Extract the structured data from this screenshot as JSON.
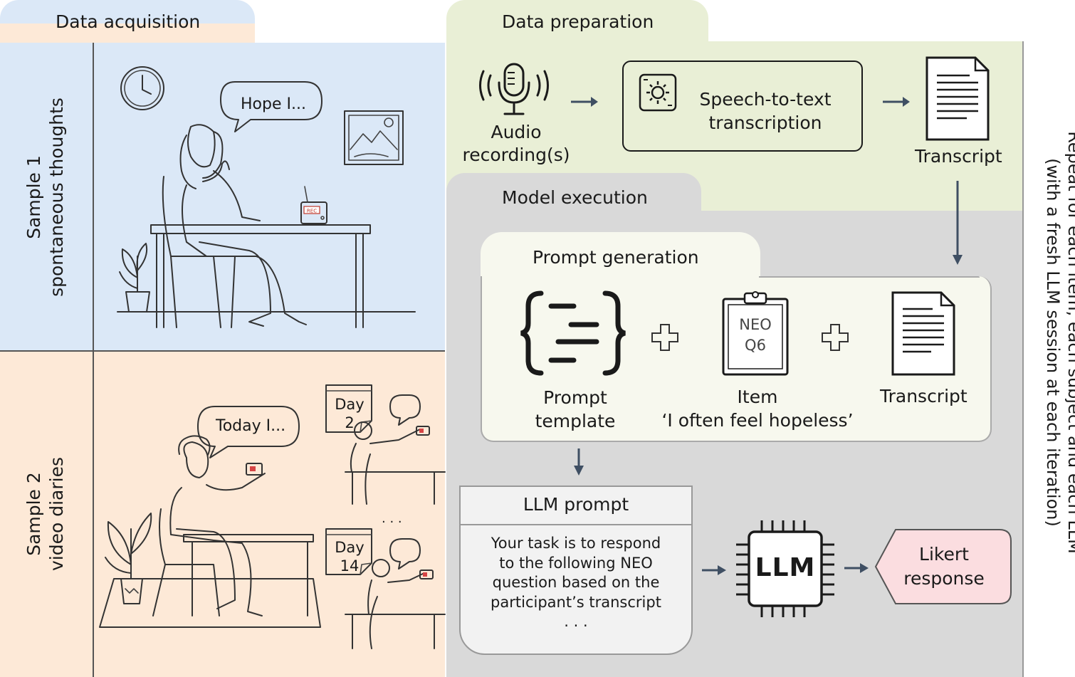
{
  "acquisition": {
    "title": "Data acquisition",
    "sample1": {
      "line1": "Sample 1",
      "line2": "spontaneous thoughts",
      "speech": "Hope I..."
    },
    "sample2": {
      "line1": "Sample 2",
      "line2": "video diaries",
      "speech": "Today I...",
      "day_a_word": "Day",
      "day_a_num": "2",
      "day_b_word": "Day",
      "day_b_num": "14",
      "ellipsis": ". . .",
      "rec": "REC"
    }
  },
  "preparation": {
    "title": "Data preparation",
    "audio_line1": "Audio",
    "audio_line2": "recording(s)",
    "stt_line1": "Speech-to-text",
    "stt_line2": "transcription",
    "transcript": "Transcript"
  },
  "execution": {
    "title": "Model execution",
    "prompt_gen": {
      "title": "Prompt generation",
      "template_line1": "Prompt",
      "template_line2": "template",
      "item_line1": "Item",
      "item_line2": "‘I often feel hopeless’",
      "clip_line1": "NEO",
      "clip_line2": "Q6",
      "transcript": "Transcript"
    },
    "llm_prompt": {
      "title": "LLM prompt",
      "body": [
        "Your task is to respond",
        "to the following NEO",
        "question based on the",
        "participant’s transcript",
        ". . ."
      ]
    },
    "llm_chip": "LLM",
    "likert_line1": "Likert",
    "likert_line2": "response"
  },
  "side_note": {
    "line1": "Repeat for each item, each subject and each LLM",
    "line2": "(with a fresh LLM session at each iteration)"
  },
  "colors": {
    "blue": "#dbe8f7",
    "peach": "#fde9d7",
    "green": "#e9efd6",
    "grey": "#d9d9d9",
    "cream": "#f7f8ee",
    "pink": "#fbdde0",
    "arrow": "#3f4f63"
  }
}
